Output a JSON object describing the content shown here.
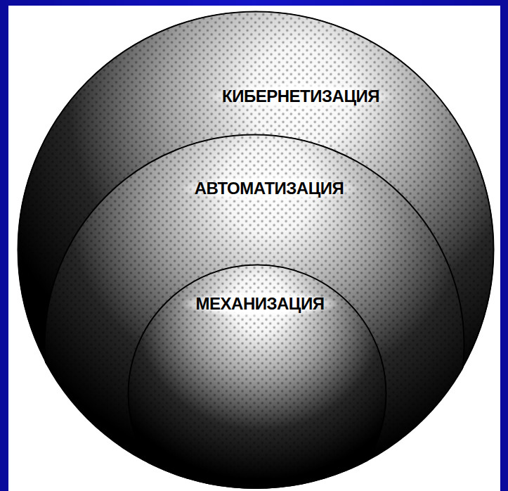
{
  "diagram": {
    "nodes": [
      {
        "text": [
          "КИБЕРНЕТИЗАЦИЯ"
        ]
      },
      {
        "text": [
          "АВТОМАТИЗАЦИЯ"
        ],
        "in": 0
      },
      {
        "text": [
          "МЕХАНИЗАЦИЯ"
        ],
        "in": 1
      }
    ]
  }
}
